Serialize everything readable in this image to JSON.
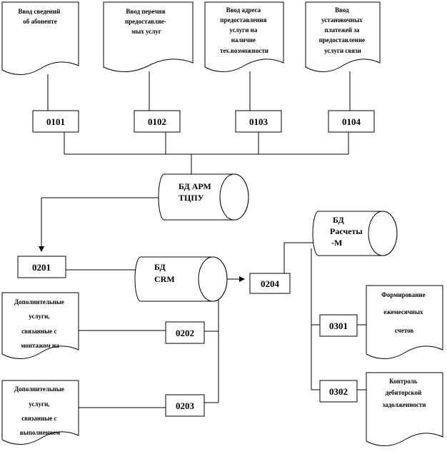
{
  "documents": {
    "d1": [
      "Ввод сведений",
      "об абоненте"
    ],
    "d2": [
      "Ввод перечня",
      "предоставляе-",
      "мых услуг"
    ],
    "d3": [
      "Ввод адреса",
      "предоставления",
      "услуги на",
      "наличие",
      "тех.возможности"
    ],
    "d4": [
      "Ввод",
      "установочных",
      "платежей за",
      "предоставление",
      "услуги связи"
    ],
    "d5": [
      "Дополнительные",
      "услуги,",
      "связанные с",
      "монтажом на"
    ],
    "d6": [
      "Дополнительные",
      "услуги,",
      "связанные с",
      "выполнением"
    ],
    "d7": [
      "Формирование",
      "ежемесячных",
      "счетов"
    ],
    "d8": [
      "Контроль",
      "дебиторской",
      "задолженности"
    ]
  },
  "boxes": {
    "b0101": "0101",
    "b0102": "0102",
    "b0103": "0103",
    "b0104": "0104",
    "b0201": "0201",
    "b0202": "0202",
    "b0203": "0203",
    "b0204": "0204",
    "b0301": "0301",
    "b0302": "0302"
  },
  "databases": {
    "arm": [
      "БД АРМ",
      "ТЦПУ"
    ],
    "crm": [
      "БД",
      "CRM"
    ],
    "calc": [
      "БД",
      "Расчеты",
      "-М"
    ]
  }
}
